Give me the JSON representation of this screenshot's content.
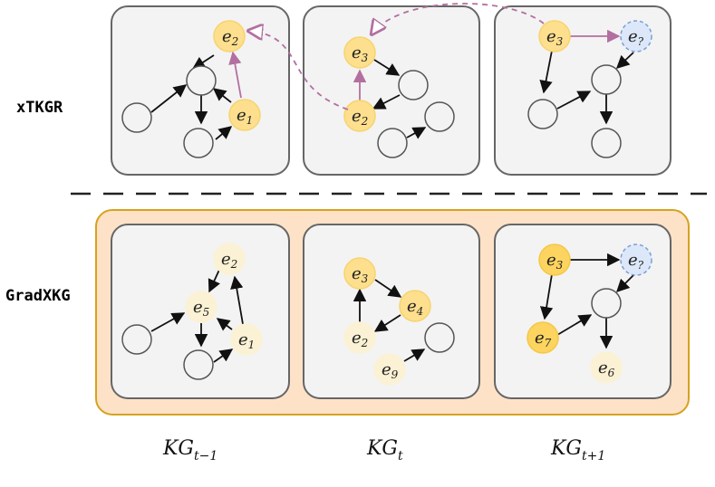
{
  "rows": [
    {
      "label": "xTKGR"
    },
    {
      "label": "GradXKG"
    }
  ],
  "nodes": {
    "e1": {
      "base": "e",
      "sub": "1"
    },
    "e2": {
      "base": "e",
      "sub": "2"
    },
    "e3": {
      "base": "e",
      "sub": "3"
    },
    "e4": {
      "base": "e",
      "sub": "4"
    },
    "e5": {
      "base": "e",
      "sub": "5"
    },
    "e6": {
      "base": "e",
      "sub": "6"
    },
    "e7": {
      "base": "e",
      "sub": "7"
    },
    "e9": {
      "base": "e",
      "sub": "9"
    },
    "eq": {
      "base": "e",
      "sub": "?"
    }
  },
  "kg_labels": [
    {
      "base": "KG",
      "sub": "t−1"
    },
    {
      "base": "KG",
      "sub": "t"
    },
    {
      "base": "KG",
      "sub": "t+1"
    }
  ],
  "colors": {
    "panel_fill": "#f3f3f3",
    "panel_stroke": "#666666",
    "highlight_fill": "#fddf8e",
    "highlight_stroke": "#f6d46e",
    "faint_fill": "#fbf1d4",
    "strong_fill": "#fcd45f",
    "query_fill": "#dce8fa",
    "query_stroke": "#7c9ed6",
    "path_arrow": "#b36fa0",
    "orange_band_fill": "#fde2c8",
    "orange_band_stroke": "#d6a21e"
  }
}
